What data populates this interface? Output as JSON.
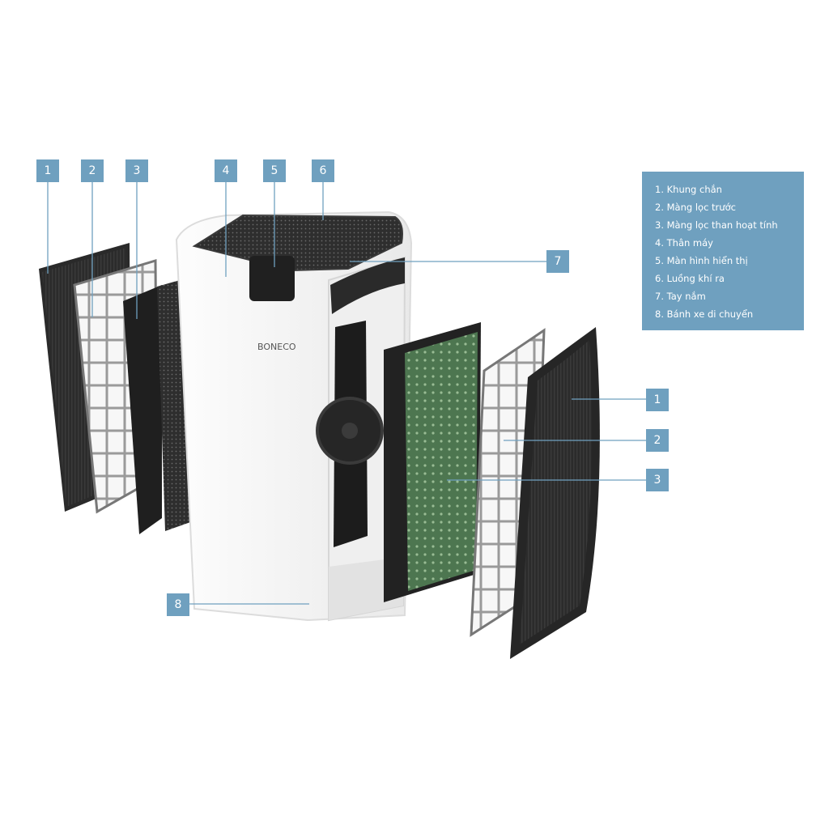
{
  "colors": {
    "accent": "#6fa0bf",
    "filter_black": "#2a2a2a",
    "carbon_green": "#4f7a52",
    "body_white": "#f4f4f4"
  },
  "brand_text": "BONECO",
  "callouts": {
    "left_1": "1",
    "left_2": "2",
    "left_3": "3",
    "top_4": "4",
    "top_5": "5",
    "top_6": "6",
    "right_7": "7",
    "right_1": "1",
    "right_2": "2",
    "right_3": "3",
    "bottom_8": "8"
  },
  "legend": {
    "items": [
      "1. Khung chắn",
      "2. Màng lọc trước",
      "3. Màng lọc than hoạt tính",
      "4. Thân máy",
      "5. Màn hình hiển thị",
      "6. Luồng khí ra",
      "7. Tay nắm",
      "8. Bánh xe di chuyển"
    ]
  }
}
